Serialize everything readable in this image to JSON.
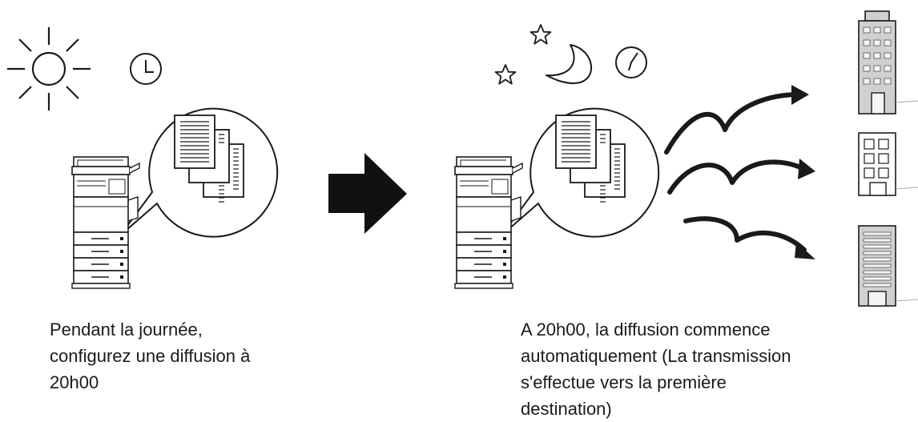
{
  "panels": {
    "day": {
      "caption_lines": [
        "Pendant la journée,",
        "configurez une diffusion à",
        "20h00"
      ],
      "icons": [
        "sun-icon",
        "clock-icon",
        "copier-icon",
        "documents-icon"
      ]
    },
    "night": {
      "caption_lines": [
        "A 20h00, la diffusion commence",
        "automatiquement (La transmission",
        "s'effectue vers la première",
        "destination)"
      ],
      "icons": [
        "star-icon",
        "moon-icon",
        "clock-icon",
        "copier-icon",
        "documents-icon"
      ]
    }
  },
  "transition": {
    "icon": "right-arrow-icon"
  },
  "destinations": [
    "tall-building-icon",
    "office-building-icon",
    "striped-building-icon"
  ],
  "colors": {
    "stroke": "#1a1a1a",
    "arrow_fill": "#111111",
    "building_fill": "#d0d0d0",
    "window_fill": "#f4f4f4"
  }
}
